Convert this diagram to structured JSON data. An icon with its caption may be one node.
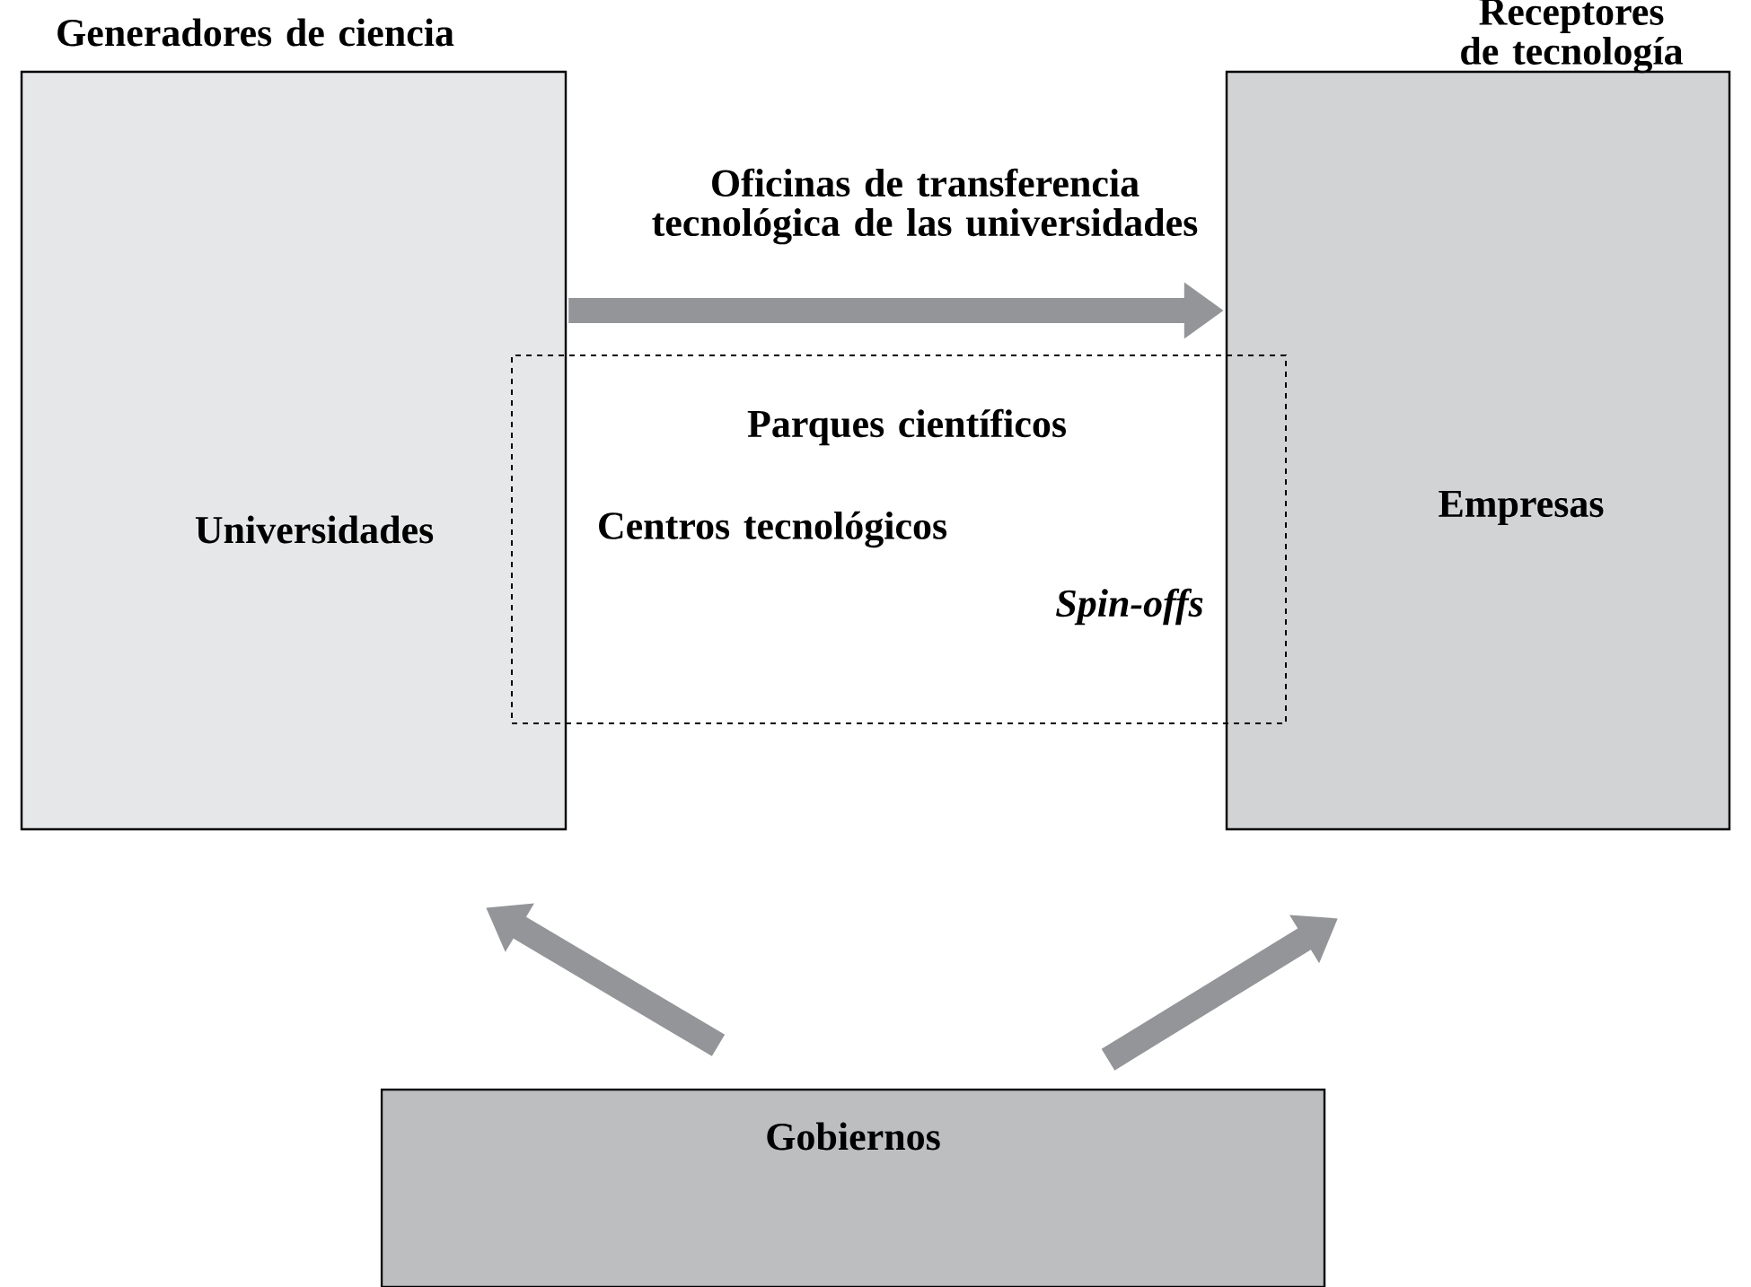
{
  "diagram": {
    "nodes": [
      {
        "text": [
          "Generadores de ciencia",
          "Universidades"
        ]
      },
      {
        "text": [
          "Receptores de tecnología",
          "Empresas"
        ]
      },
      {
        "text": [
          "Parques científicos",
          "Centros tecnológicos",
          "Spin-offs"
        ]
      },
      {
        "text": [
          "Gobiernos"
        ]
      }
    ],
    "edges": [
      {
        "from": 0,
        "to": 1,
        "arrow": "to",
        "label": "Oficinas de transferencia tecnológica de las universidades"
      },
      {
        "from": 3,
        "to": 0,
        "arrow": "to"
      },
      {
        "from": 3,
        "to": 1,
        "arrow": "to"
      }
    ]
  }
}
